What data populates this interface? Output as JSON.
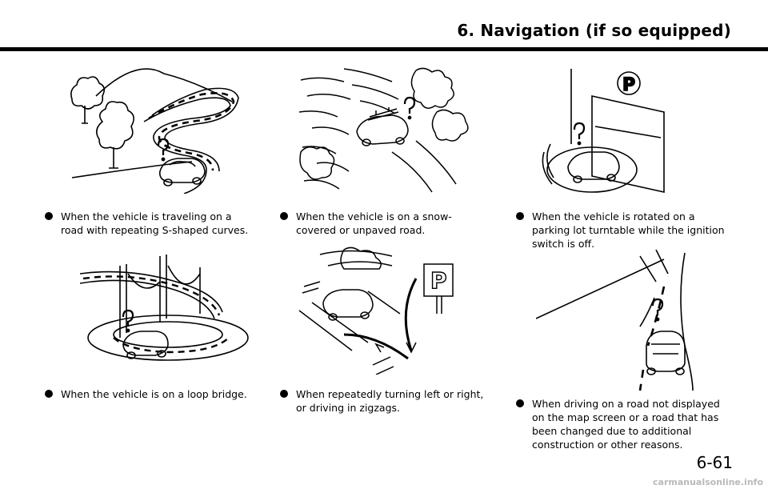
{
  "header": {
    "section_title": "6. Navigation (if so equipped)"
  },
  "items": [
    {
      "text": "When the vehicle is traveling on a road with repeating S-shaped curves.",
      "illustration": "s-curve-road"
    },
    {
      "text": "When the vehicle is on a loop bridge.",
      "illustration": "loop-bridge"
    },
    {
      "text": "When the vehicle is on a snow-covered or unpaved road.",
      "illustration": "snow-road"
    },
    {
      "text": "When repeatedly turning left or right, or driving in zigzags.",
      "illustration": "zigzag-parking"
    },
    {
      "text": "When the vehicle is rotated on a parking lot turntable while the ignition switch is off.",
      "illustration": "turntable"
    },
    {
      "text": "When driving on a road not displayed on the map screen or a road that has been changed due to additional construction or other reasons.",
      "illustration": "unmapped-road"
    }
  ],
  "signs": {
    "parking": "P"
  },
  "page": {
    "number": "6-61"
  },
  "watermark": {
    "text": "carmanualsonline.info"
  }
}
